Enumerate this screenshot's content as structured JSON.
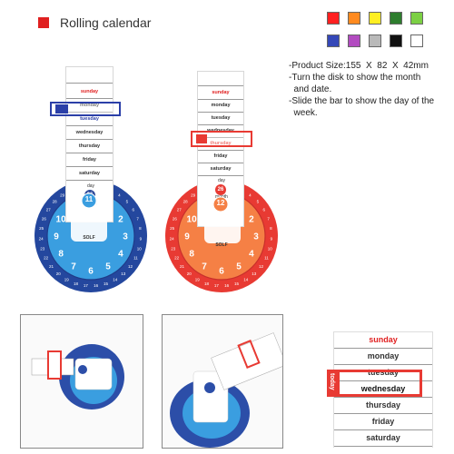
{
  "title": "Rolling calendar",
  "colors": {
    "title_mark": "#e02020",
    "swatches": [
      "#ff2020",
      "#ff8a1f",
      "#ffee22",
      "#2e7d2e",
      "#7cd044",
      "#3548b8",
      "#b24bc0",
      "#b9b9b9",
      "#111111",
      "#ffffff"
    ]
  },
  "specs": [
    "-Product Size:155  X  82  X  42mm",
    "-Turn the disk to show the month",
    "  and date.",
    "-Slide the bar to show the day of the",
    "  week."
  ],
  "weekdays": [
    "sunday",
    "monday",
    "tuesday",
    "wednesday",
    "thursday",
    "friday",
    "saturday"
  ],
  "blue_calendar": {
    "selected": "tuesday",
    "day_label": "day",
    "day_number": "26",
    "month_label": "month",
    "month_number": "11",
    "brand": "SOLF"
  },
  "red_calendar": {
    "selected": "thursday",
    "day_label": "day",
    "day_number": "26",
    "month_label": "month",
    "month_number": "12",
    "brand": "SOLF"
  },
  "photo_closeup": {
    "selected": "wednesday",
    "tag": "today"
  }
}
